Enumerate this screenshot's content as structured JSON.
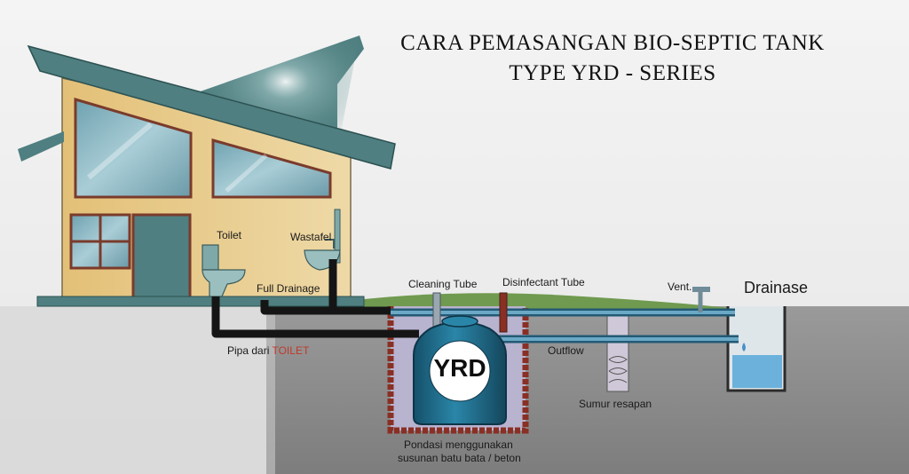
{
  "title": {
    "line1": "CARA PEMASANGAN BIO-SEPTIC TANK",
    "line2": "TYPE YRD - SERIES"
  },
  "tank": {
    "brand": "YRD"
  },
  "labels": {
    "toilet": "Toilet",
    "wastafel": "Wastafel",
    "full_drainage": "Full Drainage",
    "pipa_dari": "Pipa dari ",
    "pipa_toilet": "TOILET",
    "cleaning_tube": "Cleaning Tube",
    "disinfectant_tube": "Disinfectant Tube",
    "vent": "Vent.",
    "drainase": "Drainase",
    "outflow": "Outflow",
    "sumur_resapan": "Sumur resapan",
    "pondasi_line1": "Pondasi menggunakan",
    "pondasi_line2": "susunan batu bata / beton"
  },
  "colors": {
    "house_wall": "#e8c77a",
    "roof": "#4f7f80",
    "window_glass": "#8fb7c2",
    "ground_soil": "#8f8f8f",
    "grass": "#6f9a4f",
    "pipe": "#151515",
    "tank": "#1f6e8c",
    "brick": "#8a2f24",
    "water": "#6bb1dc"
  }
}
